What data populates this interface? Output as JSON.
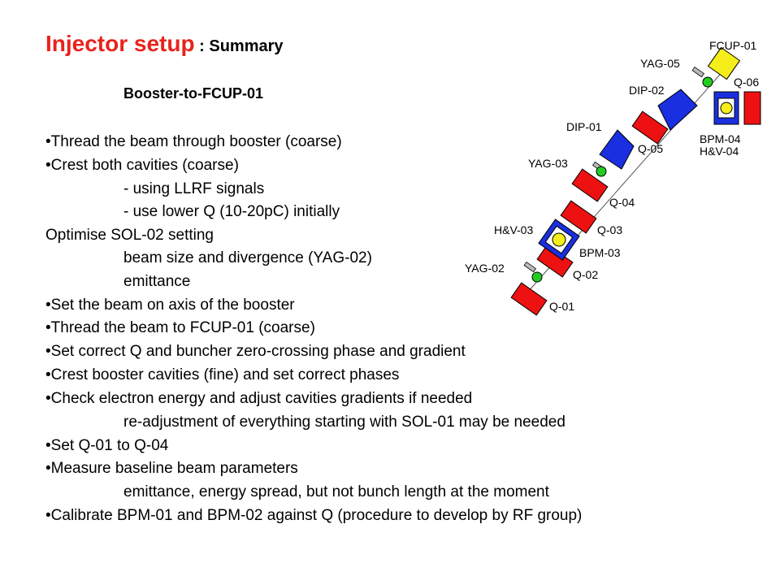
{
  "title": {
    "main": "Injector setup",
    "sub": " : Summary"
  },
  "subheading": "Booster-to-FCUP-01",
  "lines": [
    {
      "text": "•Thread the beam through booster (coarse)",
      "indent": 0
    },
    {
      "text": "•Crest both cavities (coarse)",
      "indent": 0
    },
    {
      "text": "- using LLRF signals",
      "indent": 1
    },
    {
      "text": "- use lower Q (10-20pC) initially",
      "indent": 1
    },
    {
      "text": "Optimise SOL-02 setting",
      "indent": 0
    },
    {
      "text": "beam size and divergence (YAG-02)",
      "indent": 1
    },
    {
      "text": "emittance",
      "indent": 1
    },
    {
      "text": "•Set the beam on axis of the booster",
      "indent": 0
    },
    {
      "text": "•Thread the beam to FCUP-01 (coarse)",
      "indent": 0
    },
    {
      "text": "•Set correct Q and buncher zero-crossing phase and gradient",
      "indent": 0
    },
    {
      "text": "•Crest booster cavities (fine) and set correct phases",
      "indent": 0
    },
    {
      "text": "•Check electron energy and adjust cavities gradients if needed",
      "indent": 0
    },
    {
      "text": "re-adjustment of everything starting with SOL-01 may be needed",
      "indent": 1
    },
    {
      "text": "•Set Q-01 to Q-04",
      "indent": 0
    },
    {
      "text": "•Measure baseline beam parameters",
      "indent": 0
    },
    {
      "text": "emittance, energy spread, but not bunch length at the moment",
      "indent": 1
    },
    {
      "text": "•Calibrate BPM-01 and BPM-02 against Q (procedure to develop by RF group)",
      "indent": 0
    }
  ],
  "diagram": {
    "labels": {
      "fcup01": "FCUP-01",
      "yag05": "YAG-05",
      "dip02": "DIP-02",
      "q06": "Q-06",
      "dip01": "DIP-01",
      "q05": "Q-05",
      "bpm04": "BPM-04",
      "hv04": "H&V-04",
      "yag03": "YAG-03",
      "q04": "Q-04",
      "hv03": "H&V-03",
      "q03": "Q-03",
      "bpm03": "BPM-03",
      "yag02": "YAG-02",
      "q02": "Q-02",
      "q01": "Q-01"
    },
    "colors": {
      "quad": "#ee1111",
      "dipole": "#1a2fe0",
      "fcup": "#f5ee1a",
      "yag": "#22cc22",
      "bpm_frame": "#1a2fe0",
      "bpm_center": "#f5ee1a"
    }
  }
}
